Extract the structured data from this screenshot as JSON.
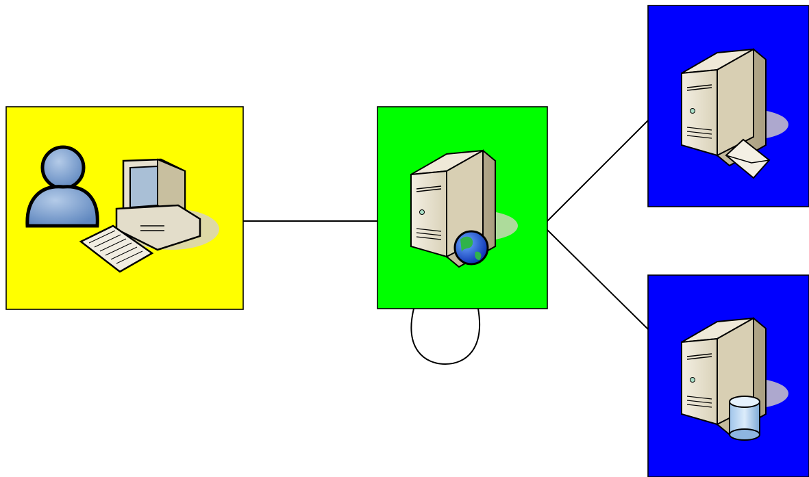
{
  "diagram": {
    "background": "#ffffff",
    "nodes": [
      {
        "id": "client",
        "kind": "user-workstation",
        "fill": "#ffff00",
        "icon": "user-computer-icon"
      },
      {
        "id": "web-server",
        "kind": "web-server",
        "fill": "#00ff00",
        "icon": "web-server-icon"
      },
      {
        "id": "mail-server",
        "kind": "mail-server",
        "fill": "#0000ff",
        "icon": "mail-server-icon"
      },
      {
        "id": "database-server",
        "kind": "database-server",
        "fill": "#0000ff",
        "icon": "database-server-icon"
      }
    ],
    "edges": [
      {
        "from": "client",
        "to": "web-server"
      },
      {
        "from": "web-server",
        "to": "mail-server"
      },
      {
        "from": "web-server",
        "to": "database-server"
      },
      {
        "from": "web-server",
        "to": "web-server",
        "kind": "self-loop"
      }
    ]
  }
}
